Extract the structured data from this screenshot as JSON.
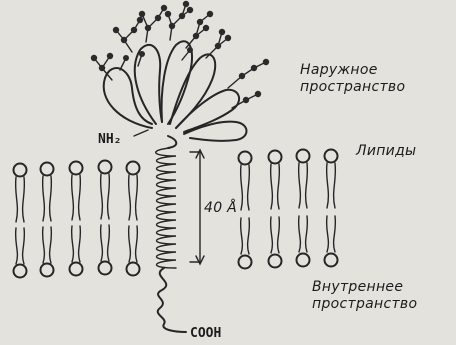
{
  "labels": {
    "outer_space": [
      "Наружное",
      "пространство"
    ],
    "lipids": "Липиды",
    "inner_space": [
      "Внутреннее",
      "пространство"
    ],
    "n_terminus": "NH₂",
    "c_terminus": "COOH",
    "thickness": "40 Å"
  },
  "colors": {
    "background": "#e4e2dd",
    "ink": "#262626"
  }
}
